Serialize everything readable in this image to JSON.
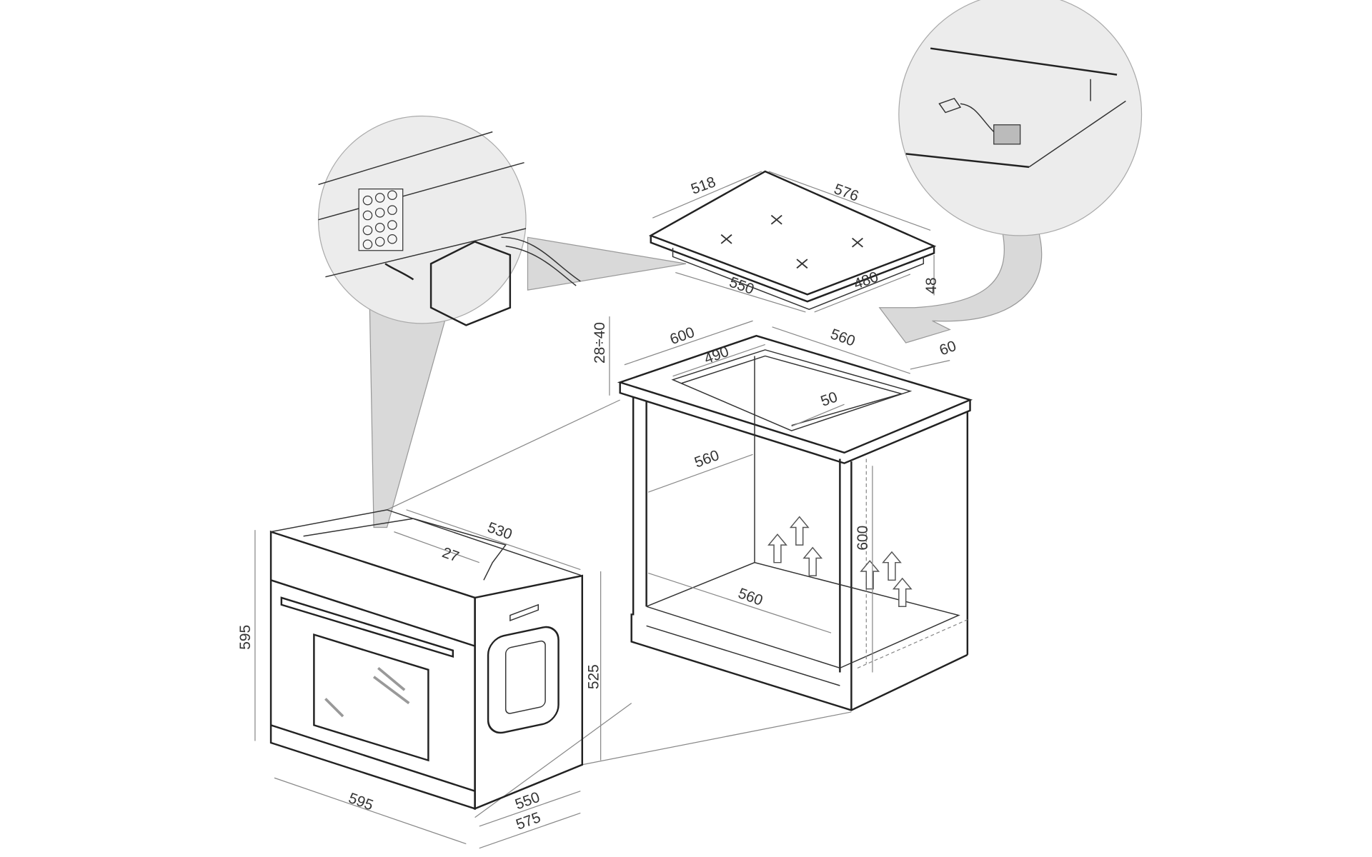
{
  "diagram": {
    "hob": {
      "depth": "518",
      "width": "576",
      "cutout_width": "550",
      "cutout_depth": "480",
      "height": "48"
    },
    "worktop": {
      "width": "600",
      "cutout_width": "560",
      "cutout_depth": "490",
      "thickness": "28÷40",
      "back_margin": "60",
      "front_margin": "50"
    },
    "cabinet": {
      "inner_depth": "560",
      "inner_width": "560",
      "height": "600"
    },
    "oven": {
      "depth": "530",
      "top_offset": "27",
      "height": "595",
      "body_height": "525",
      "width": "595",
      "body_depth": "550",
      "overall_depth": "575"
    },
    "icons": [
      "connector-detail-magnifier",
      "hob-cable-magnifier",
      "airflow-arrow"
    ]
  }
}
